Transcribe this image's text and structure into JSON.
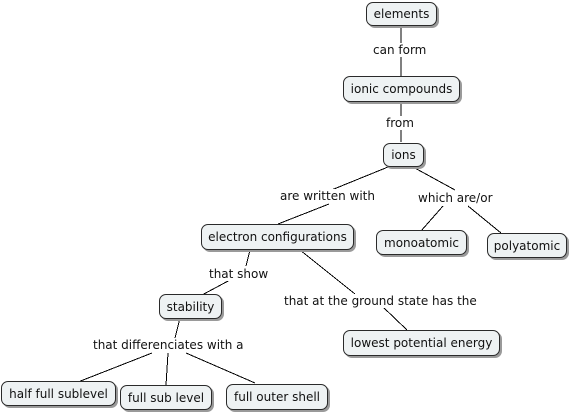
{
  "concepts": {
    "elements": "elements",
    "ionic_compounds": "ionic compounds",
    "ions": "ions",
    "electron_configurations": "electron configurations",
    "monoatomic": "monoatomic",
    "polyatomic": "polyatomic",
    "stability": "stability",
    "lowest_potential_energy": "lowest potential energy",
    "half_full_sublevel": "half full sublevel",
    "full_sub_level": "full sub level",
    "full_outer_shell": "full outer shell"
  },
  "linking_phrases": {
    "can_form": "can form",
    "from": "from",
    "are_written_with": "are written with",
    "which_are_or": "which are/or",
    "that_show": "that show",
    "that_at_ground_state": "that at the ground state has the",
    "that_differenciates_with_a": "that differenciates with a"
  }
}
